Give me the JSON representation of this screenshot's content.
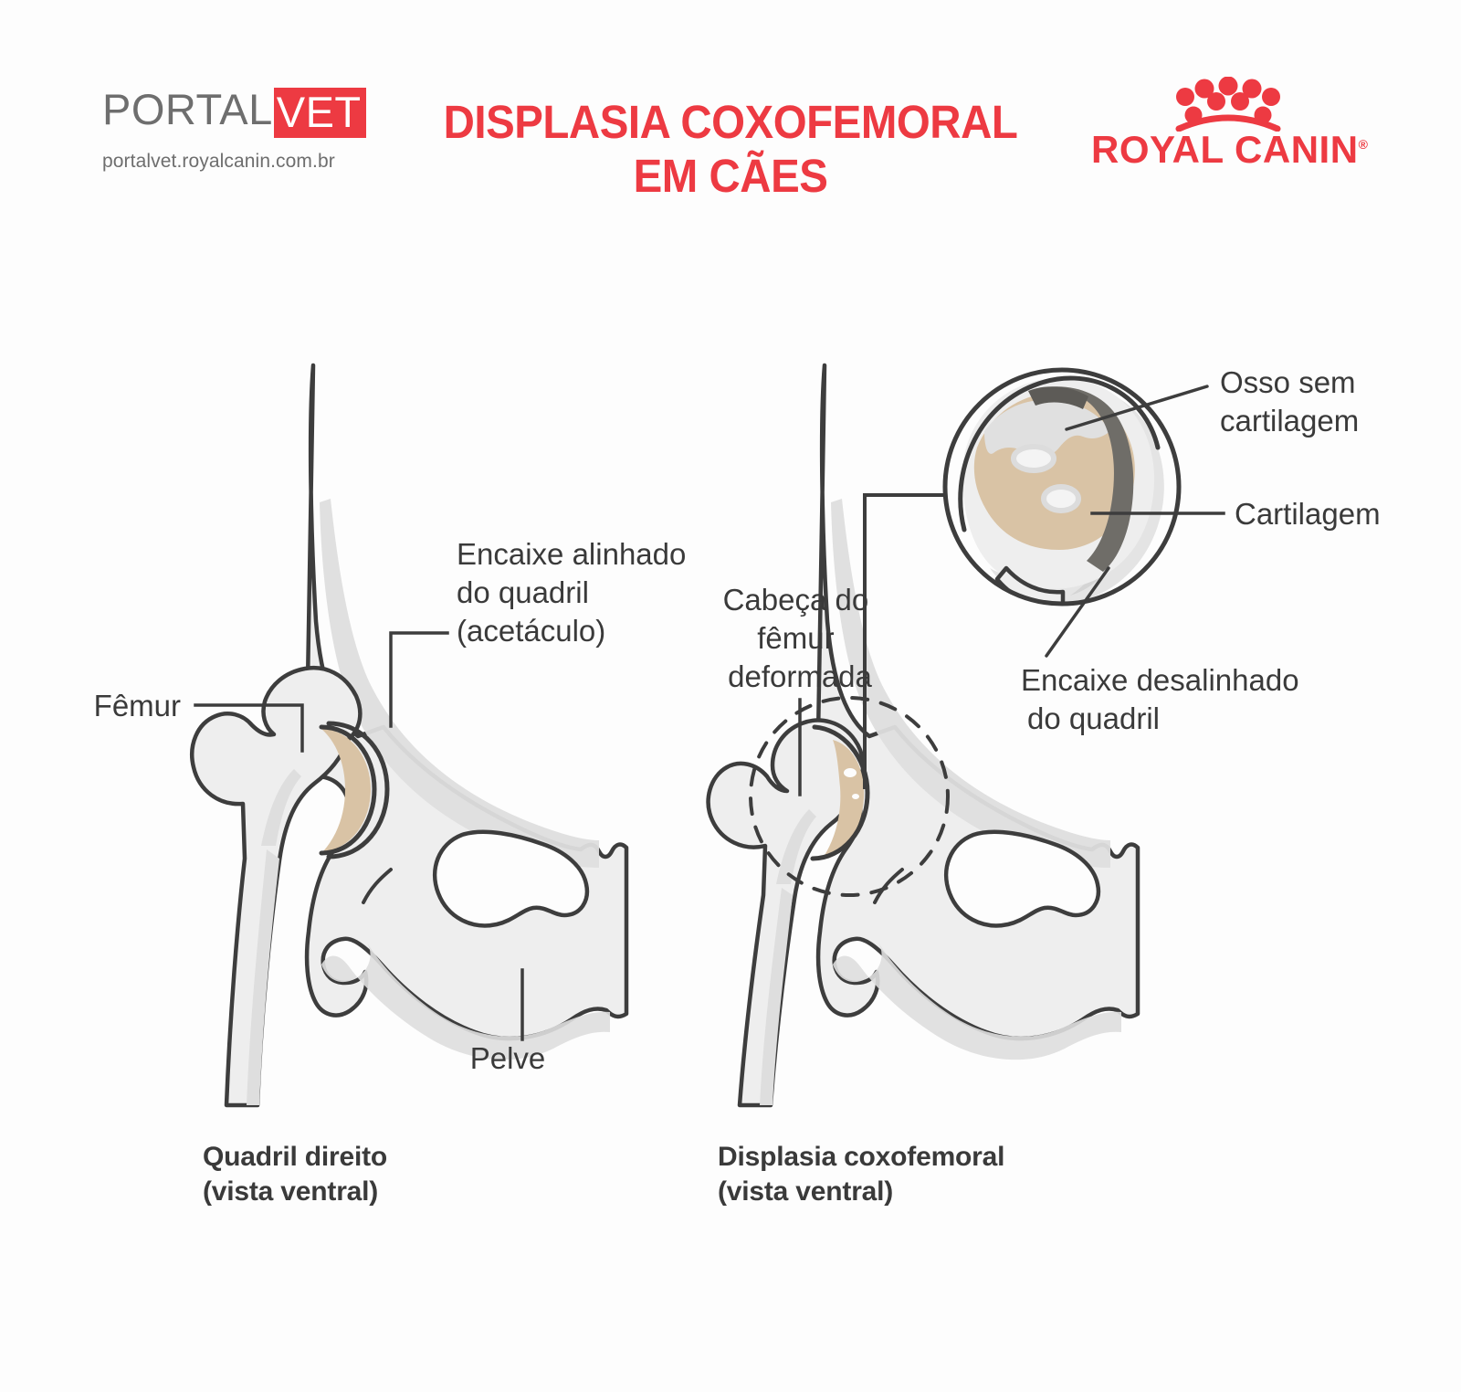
{
  "header": {
    "portalvet": {
      "word_portal": "PORTAL",
      "word_vet": "VET",
      "url": "portalvet.royalcanin.com.br"
    },
    "title_line1": "DISPLASIA COXOFEMORAL",
    "title_line2": "EM CÃES",
    "royal_canin": {
      "wordmark": "ROYAL CANIN",
      "registered": "®"
    }
  },
  "colors": {
    "brand_red": "#ed3a42",
    "logo_gray": "#6e6e6e",
    "outline": "#3d3d3d",
    "bone_fill": "#eeeeee",
    "bone_shade": "#dedede",
    "cartilage": "#d9c3a5",
    "exposed_bone": "#8a8782",
    "text": "#3a3a3a",
    "background": "#fdfdfd"
  },
  "diagrams": {
    "left": {
      "caption_line1": "Quadril direito",
      "caption_line2": "(vista ventral)",
      "labels": [
        {
          "id": "femur",
          "text": "Fêmur"
        },
        {
          "id": "acetabulo",
          "lines": [
            "Encaixe alinhado",
            "do quadril",
            "(acetáculo)"
          ]
        },
        {
          "id": "pelve",
          "text": "Pelve"
        }
      ]
    },
    "right": {
      "caption_line1": "Displasia coxofemoral",
      "caption_line2": "(vista ventral)",
      "labels": [
        {
          "id": "cabeca-femur-deformada",
          "lines": [
            "Cabeça do",
            "fêmur",
            "deformada"
          ]
        },
        {
          "id": "osso-sem-cartilagem",
          "lines": [
            "Osso sem",
            "cartilagem"
          ]
        },
        {
          "id": "cartilagem",
          "text": "Cartilagem"
        },
        {
          "id": "encaixe-desalinhado",
          "lines": [
            "Encaixe desalinhado",
            "do quadril"
          ]
        }
      ]
    }
  }
}
